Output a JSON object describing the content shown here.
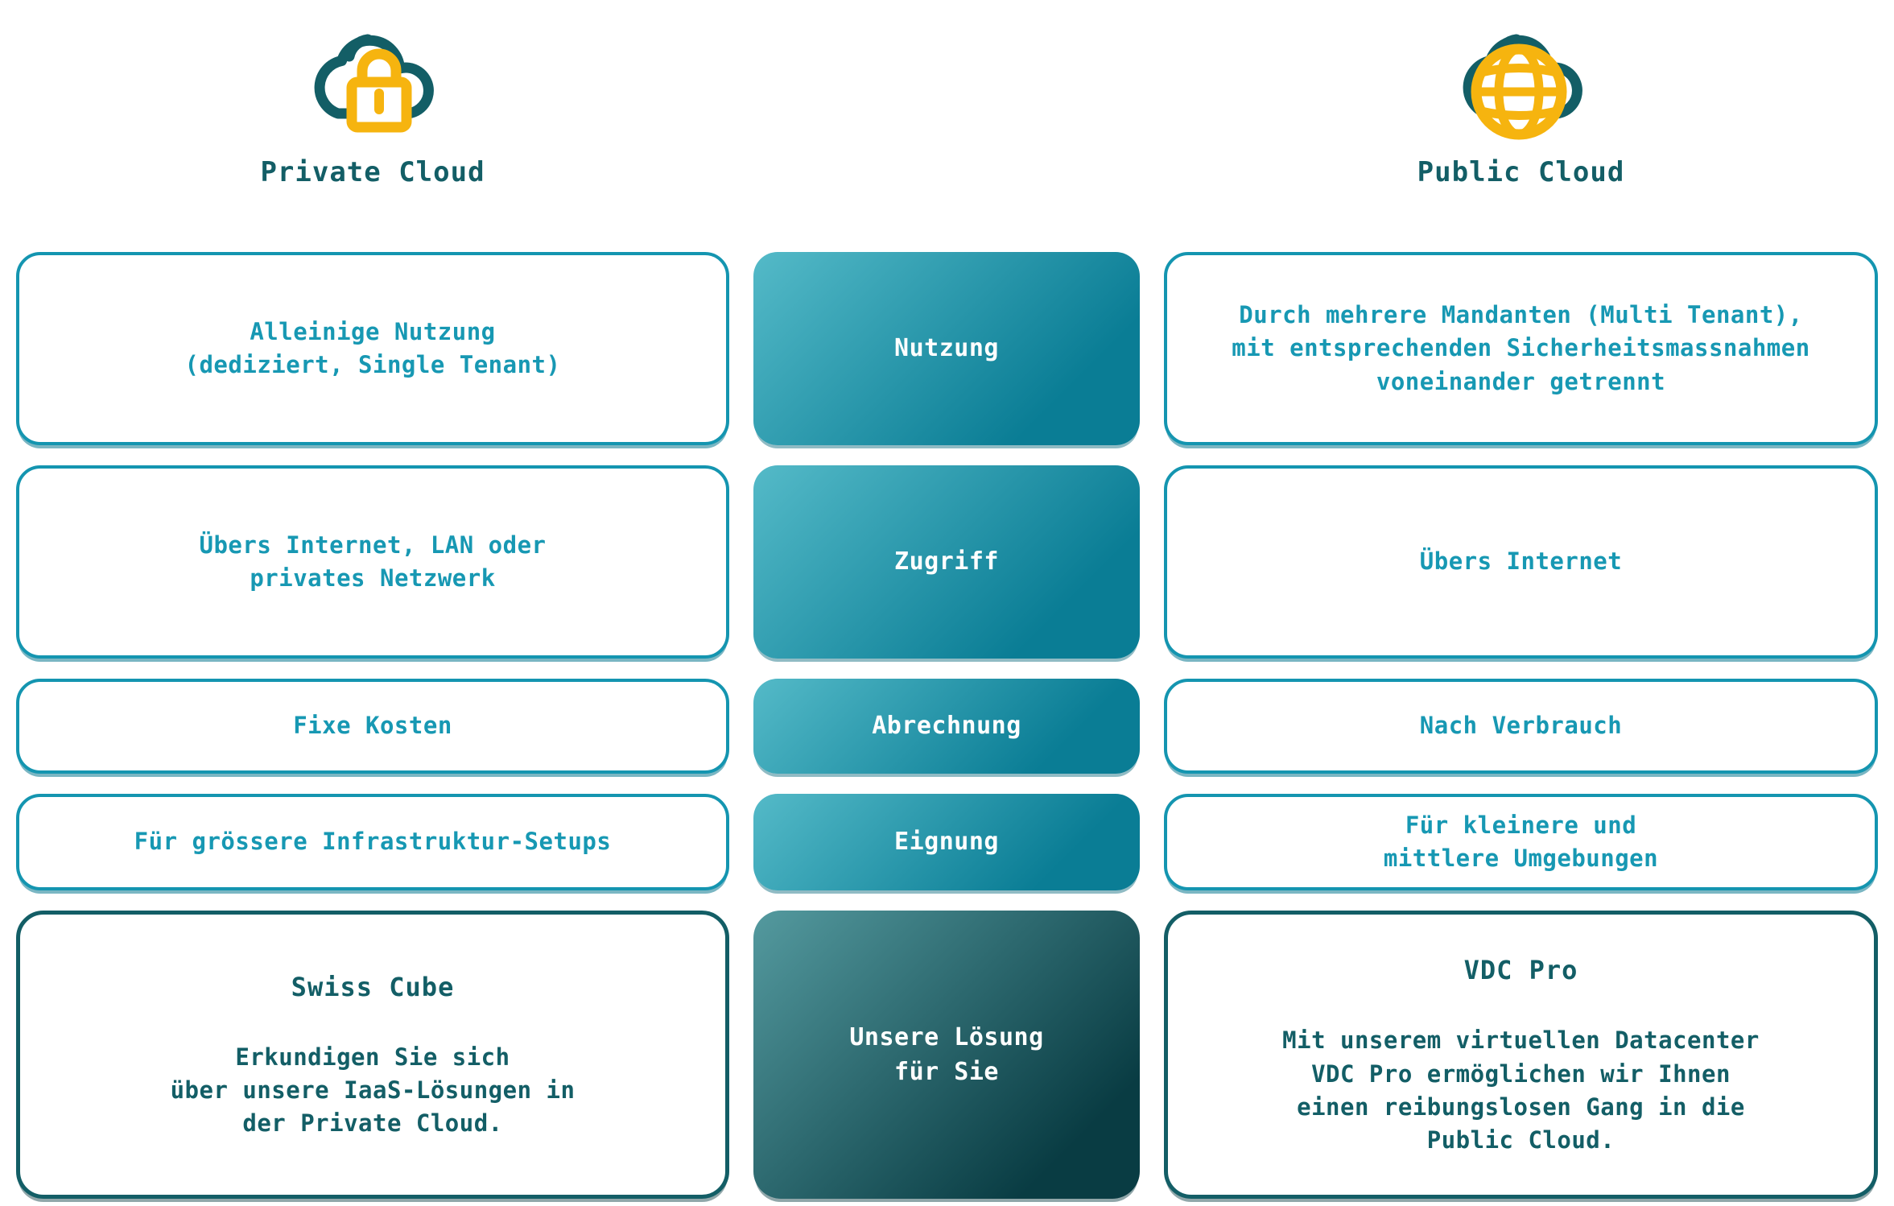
{
  "header": {
    "private": {
      "title": "Private Cloud",
      "icon": "cloud-lock-icon"
    },
    "public": {
      "title": "Public Cloud",
      "icon": "cloud-globe-icon"
    }
  },
  "rows": [
    {
      "category": "Nutzung",
      "private": "Alleinige Nutzung\n(dediziert, Single Tenant)",
      "public": "Durch mehrere Mandanten (Multi Tenant),\nmit entsprechenden Sicherheitsmassnahmen\nvoneinander getrennt"
    },
    {
      "category": "Zugriff",
      "private": "Übers Internet, LAN oder\nprivates Netzwerk",
      "public": "Übers Internet"
    },
    {
      "category": "Abrechnung",
      "private": "Fixe Kosten",
      "public": "Nach Verbrauch"
    },
    {
      "category": "Eignung",
      "private": "Für grössere Infrastruktur-Setups",
      "public": "Für kleinere und\nmittlere Umgebungen"
    }
  ],
  "solution_row": {
    "category": "Unsere Lösung\nfür Sie",
    "private": {
      "title": "Swiss Cube",
      "body": "Erkundigen Sie sich\nüber unsere IaaS-Lösungen in\nder Private Cloud."
    },
    "public": {
      "title": "VDC Pro",
      "body": "Mit unserem virtuellen Datacenter\nVDC Pro ermöglichen wir Ihnen\neinen reibungslosen Gang in die\nPublic Cloud."
    }
  },
  "colors": {
    "dark_teal": "#135E66",
    "light_teal_text": "#1798B3",
    "light_teal_border": "#1495B0",
    "gold": "#F6B40F",
    "category_gradient": [
      "#54BAC8",
      "#0A7D95"
    ],
    "solution_gradient": [
      "#549A9F",
      "#093C43"
    ]
  }
}
